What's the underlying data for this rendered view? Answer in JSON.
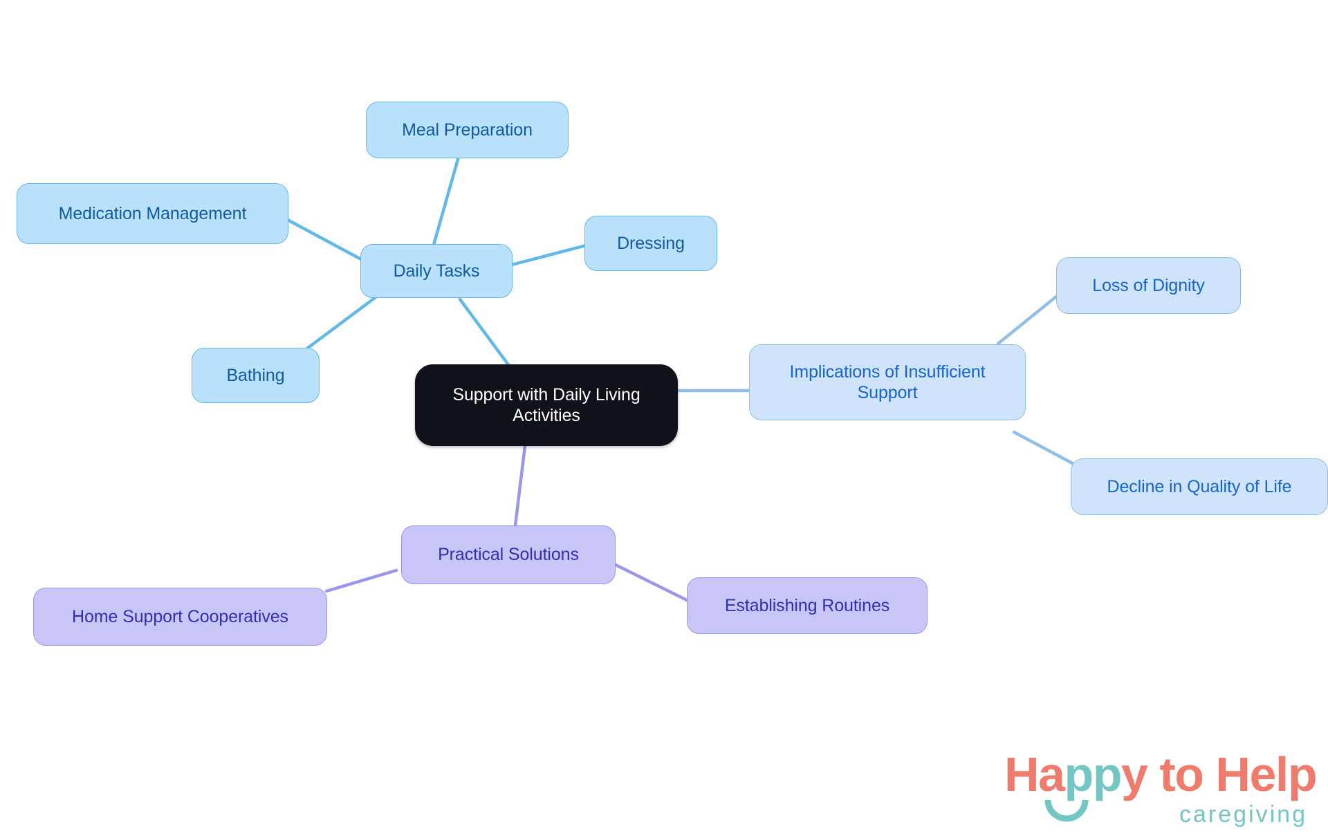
{
  "diagram": {
    "type": "mindmap",
    "title": "Support with Daily Living Activities",
    "background": "#ffffff",
    "palette": {
      "root_fill": "#0f1219",
      "root_text": "#ffffff",
      "blue_fill": "#b9e1fb",
      "blue_border": "#63b8ea",
      "blue_text": "#115b9e",
      "paleblue_fill": "#cfe3fa",
      "paleblue_border": "#8fbfe8",
      "paleblue_text": "#1565cc",
      "purple_fill": "#c7c6f7",
      "purple_border": "#9a97ea",
      "purple_text": "#2f2fb5"
    },
    "root": {
      "label": "Support with Daily Living\nActivities"
    },
    "branches": [
      {
        "id": "daily-tasks",
        "label": "Daily Tasks",
        "color": "blue",
        "children": [
          {
            "id": "meal-preparation",
            "label": "Meal Preparation"
          },
          {
            "id": "medication-management",
            "label": "Medication Management"
          },
          {
            "id": "dressing",
            "label": "Dressing"
          },
          {
            "id": "bathing",
            "label": "Bathing"
          }
        ]
      },
      {
        "id": "implications-of-insufficient-support",
        "label": "Implications of Insufficient\nSupport",
        "color": "paleblue",
        "children": [
          {
            "id": "loss-of-dignity",
            "label": "Loss of Dignity"
          },
          {
            "id": "decline-in-quality-of-life",
            "label": "Decline in Quality of Life"
          }
        ]
      },
      {
        "id": "practical-solutions",
        "label": "Practical Solutions",
        "color": "purple",
        "children": [
          {
            "id": "home-support-cooperatives",
            "label": "Home Support Cooperatives"
          },
          {
            "id": "establishing-routines",
            "label": "Establishing Routines"
          }
        ]
      }
    ]
  },
  "logo": {
    "part1": "Ha",
    "part2": "pp",
    "part3": "y",
    "part4": "to Help",
    "subtitle": "caregiving",
    "coral": "#ef7b6c",
    "teal": "#74c6c4"
  }
}
